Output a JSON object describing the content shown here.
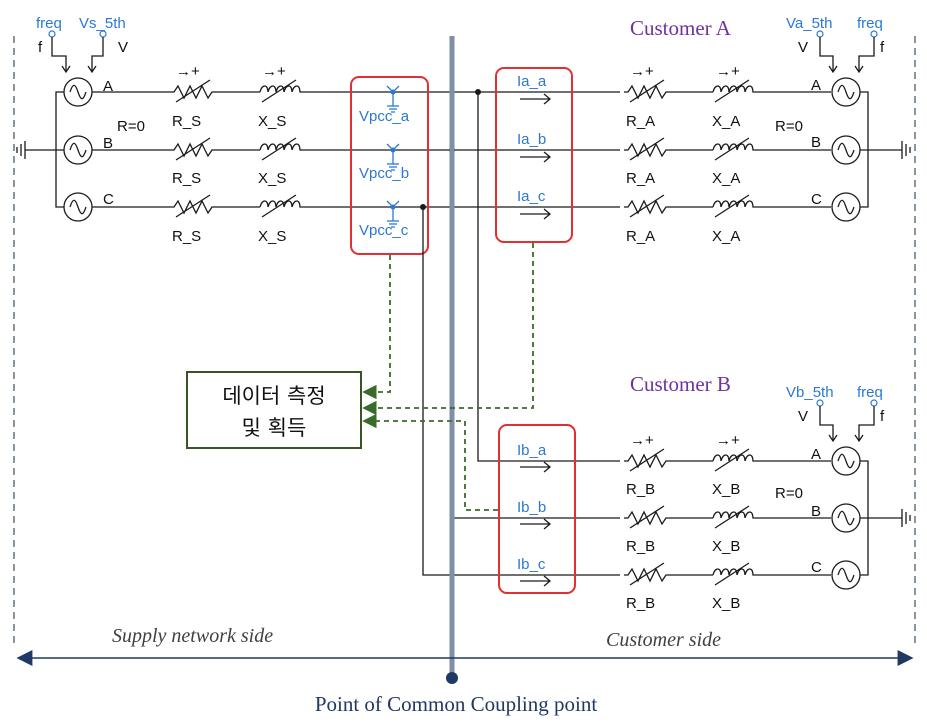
{
  "customers": {
    "a": "Customer A",
    "b": "Customer B"
  },
  "supply_sources": {
    "title_freq": "freq",
    "title_v": "Vs_5th",
    "f": "f",
    "v": "V",
    "phases": [
      "A",
      "B",
      "C"
    ],
    "r": "R=0"
  },
  "customer_a_sources": {
    "title_v": "Va_5th",
    "title_freq": "freq",
    "f": "f",
    "v": "V",
    "phases": [
      "A",
      "B",
      "C"
    ],
    "r": "R=0"
  },
  "customer_b_sources": {
    "title_v": "Vb_5th",
    "title_freq": "freq",
    "f": "f",
    "v": "V",
    "phases": [
      "A",
      "B",
      "C"
    ],
    "r": "R=0"
  },
  "supply_impedance": {
    "r": "R_S",
    "x": "X_S"
  },
  "a_impedance": {
    "r": "R_A",
    "x": "X_A"
  },
  "b_impedance": {
    "r": "R_B",
    "x": "X_B"
  },
  "voltage_meters": [
    "Vpcc_a",
    "Vpcc_b",
    "Vpcc_c"
  ],
  "current_meters_a": [
    "Ia_a",
    "Ia_b",
    "Ia_c"
  ],
  "current_meters_b": [
    "Ib_a",
    "Ib_b",
    "Ib_c"
  ],
  "data_box": {
    "line1": "데이터 측정",
    "line2": "및 획득"
  },
  "sides": {
    "supply": "Supply network side",
    "customer": "Customer side"
  },
  "pcc_label": "Point of Common Coupling point",
  "colors": {
    "red_box": "#e03030",
    "blue_label": "#2b78d6",
    "customer_title": "#7030a0",
    "pcc_bar": "#7f8fa9",
    "pcc_text": "#1f3864",
    "green_dashed": "#3a6b2a"
  }
}
